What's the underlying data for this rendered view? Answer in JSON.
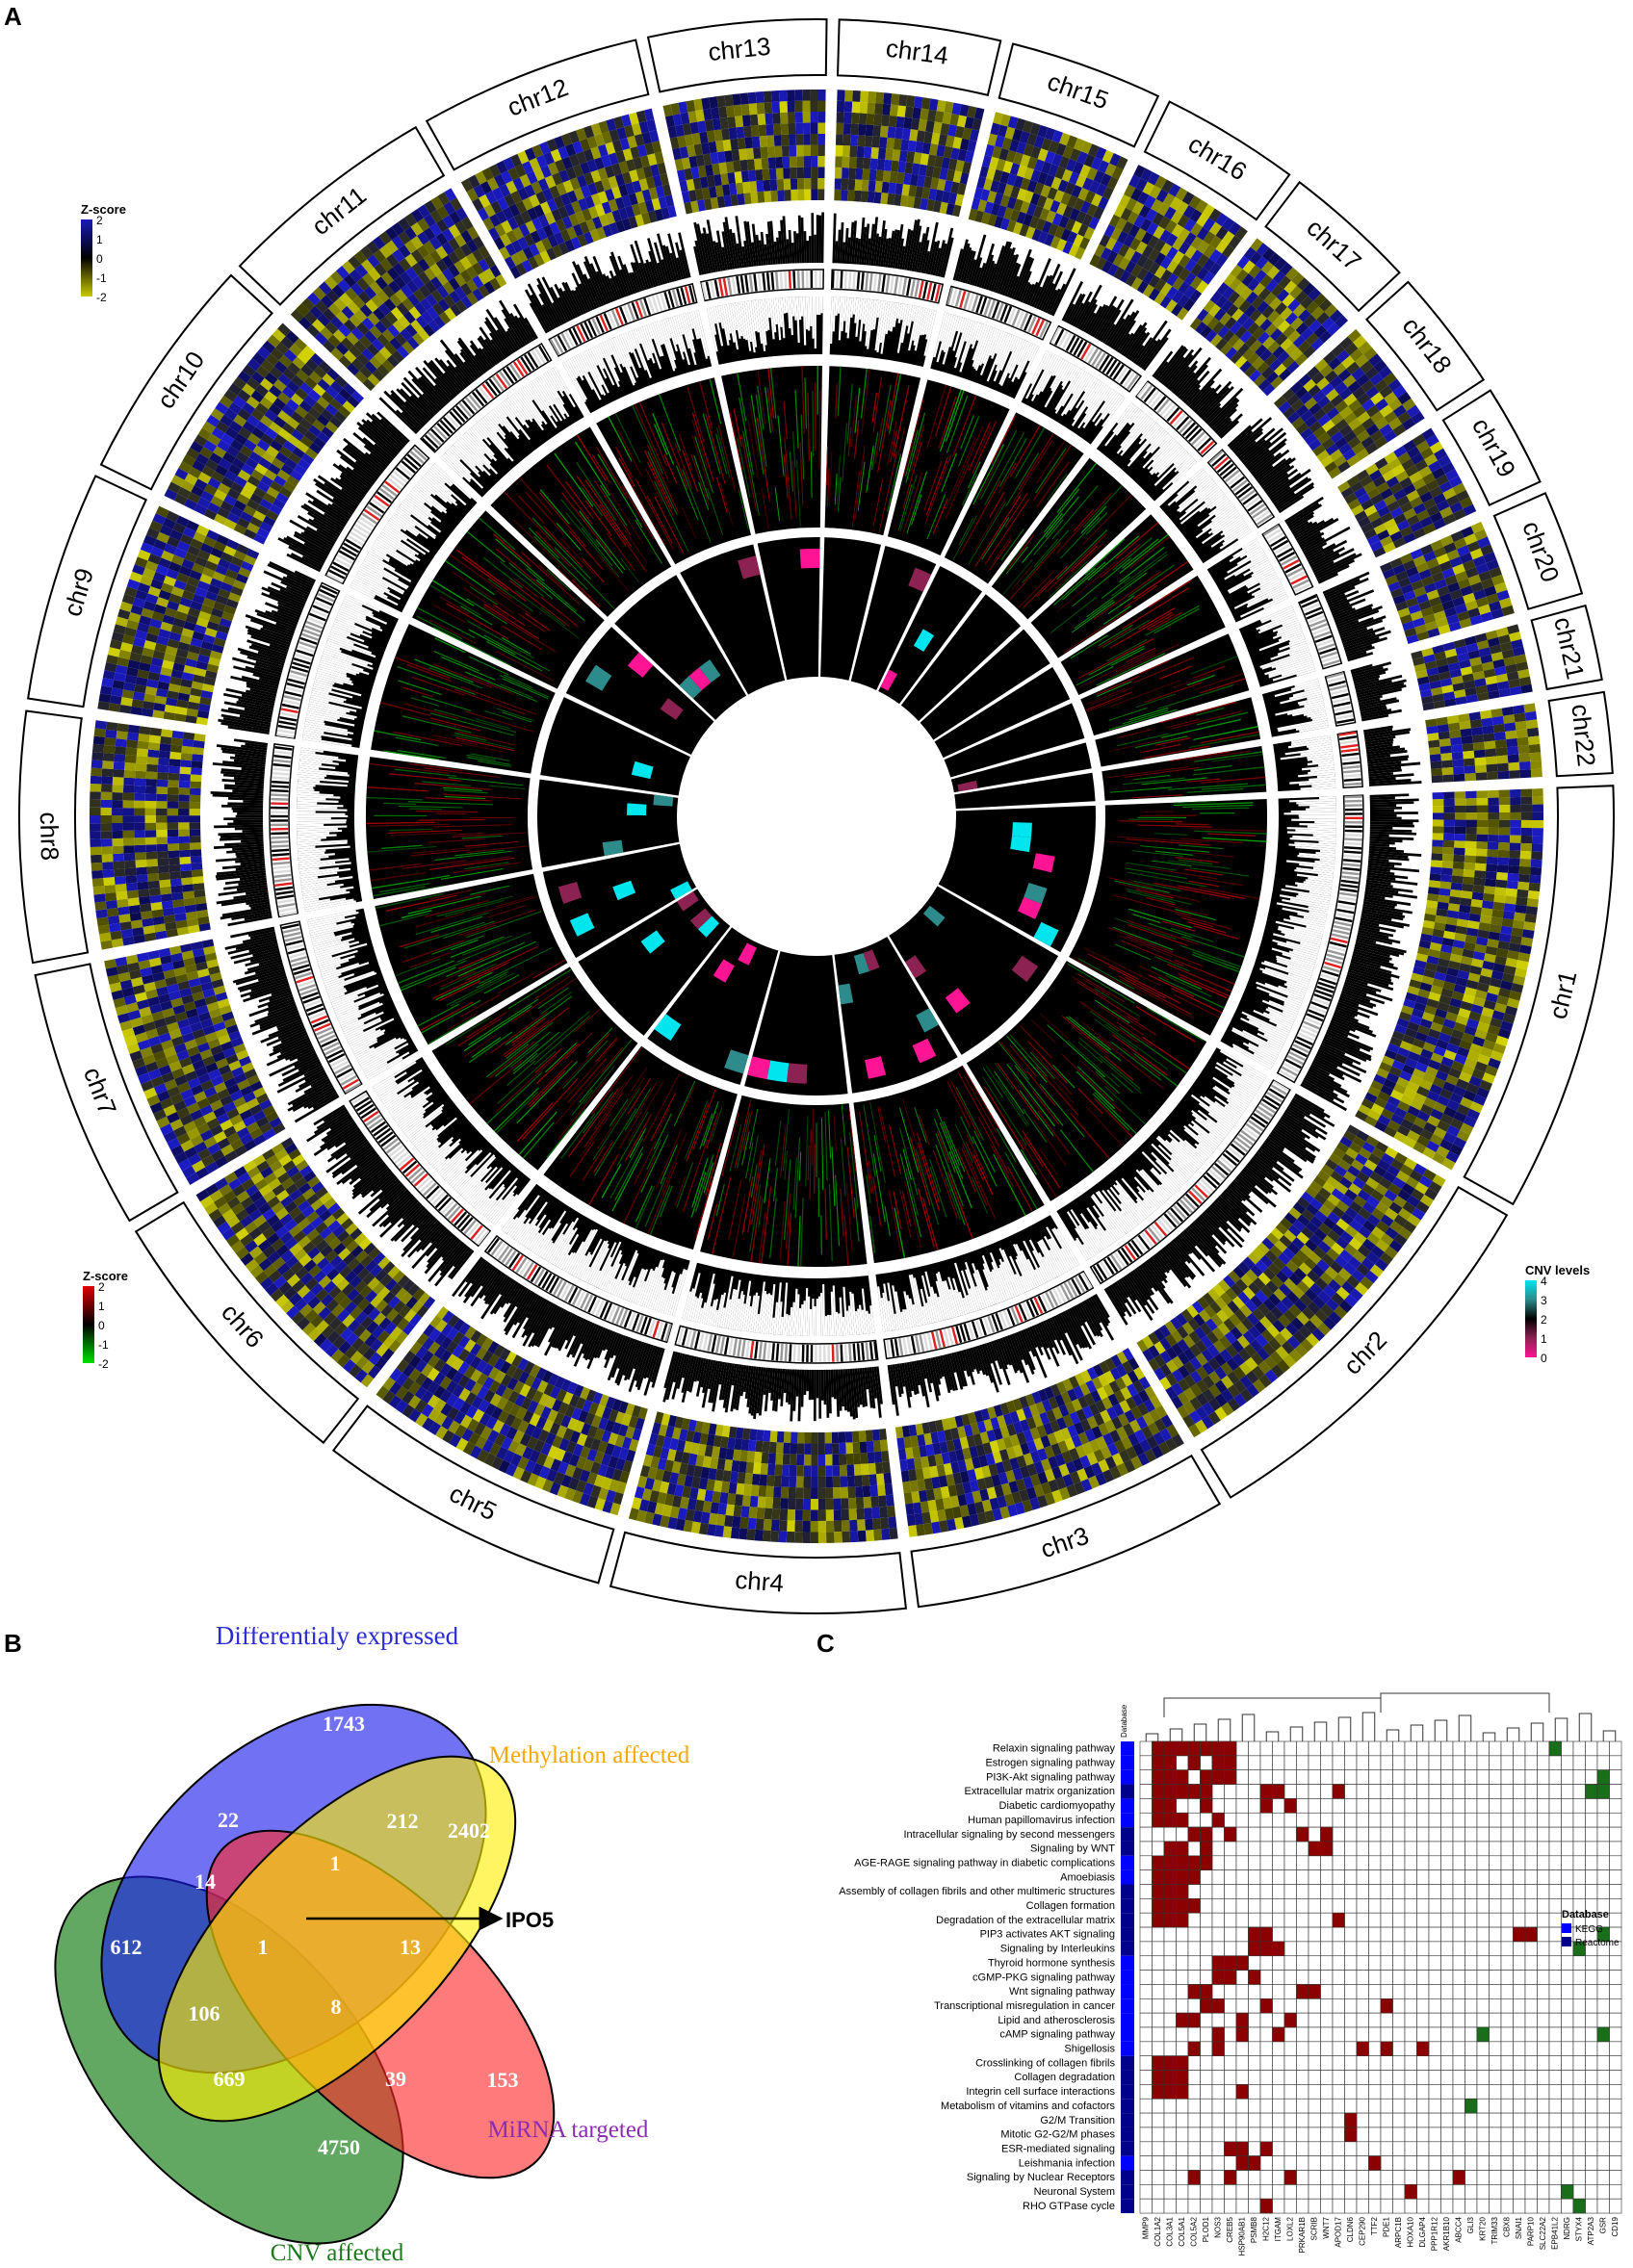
{
  "panels": {
    "a": "A",
    "b": "B",
    "c": "C"
  },
  "circos": {
    "chromosomes": [
      "chr1",
      "chr2",
      "chr3",
      "chr4",
      "chr5",
      "chr6",
      "chr7",
      "chr8",
      "chr9",
      "chr10",
      "chr11",
      "chr12",
      "chr13",
      "chr14",
      "chr15",
      "chr16",
      "chr17",
      "chr18",
      "chr19",
      "chr20",
      "chr21",
      "chr22"
    ],
    "expression_legend": {
      "title": "Z-score",
      "ticks": [
        "2",
        "1",
        "0",
        "-1",
        "-2"
      ],
      "colors": [
        "#1a1ab8",
        "#000000",
        "#c8c800"
      ]
    },
    "methylation_legend": {
      "title": "Z-score",
      "ticks": [
        "2",
        "1",
        "0",
        "-1",
        "-2"
      ],
      "colors": [
        "#e00000",
        "#000000",
        "#00e000"
      ]
    },
    "cnv_legend": {
      "title": "CNV levels",
      "ticks": [
        "4",
        "3",
        "2",
        "1",
        "0"
      ],
      "colors": [
        "#00e5ee",
        "#2e8b8b",
        "#000000",
        "#8b2252",
        "#ff1493"
      ]
    }
  },
  "venn": {
    "sets": {
      "de": {
        "label": "Differentialy expressed",
        "color": "#2b2bd6"
      },
      "meth": {
        "label": "Methylation affected",
        "color": "#f5a800"
      },
      "mirna": {
        "label": "MiRNA targeted",
        "color": "#8b2db0"
      },
      "cnv": {
        "label": "CNV affected",
        "color": "#2e8b2e"
      }
    },
    "counts": {
      "de_only": "1743",
      "meth_only": "2402",
      "de_meth": "212",
      "de_mirna": "22",
      "de_meth_mirna": "1",
      "de_mirna_cnv": "14",
      "de_cnv": "612",
      "all": "1",
      "meth_mirna": "13",
      "de_meth_cnv": "106",
      "meth_mirna_cnv": "8",
      "meth_cnv": "669",
      "mirna_cnv": "39",
      "mirna_only": "153",
      "cnv_only": "4750"
    },
    "annotation": "IPO5"
  },
  "heatmap": {
    "col_header_label": "Database",
    "rows": [
      {
        "name": "Relaxin signaling pathway",
        "db": "KEGG"
      },
      {
        "name": "Estrogen signaling pathway",
        "db": "KEGG"
      },
      {
        "name": "PI3K-Akt signaling pathway",
        "db": "KEGG"
      },
      {
        "name": "Extracellular matrix organization",
        "db": "Reactome"
      },
      {
        "name": "Diabetic cardiomyopathy",
        "db": "KEGG"
      },
      {
        "name": "Human papillomavirus infection",
        "db": "KEGG"
      },
      {
        "name": "Intracellular signaling by second messengers",
        "db": "Reactome"
      },
      {
        "name": "Signaling by WNT",
        "db": "Reactome"
      },
      {
        "name": "AGE-RAGE signaling pathway in diabetic complications",
        "db": "KEGG"
      },
      {
        "name": "Amoebiasis",
        "db": "KEGG"
      },
      {
        "name": "Assembly of collagen fibrils and other multimeric structures",
        "db": "Reactome"
      },
      {
        "name": "Collagen formation",
        "db": "Reactome"
      },
      {
        "name": "Degradation of the extracellular matrix",
        "db": "Reactome"
      },
      {
        "name": "PIP3 activates AKT signaling",
        "db": "Reactome"
      },
      {
        "name": "Signaling by Interleukins",
        "db": "Reactome"
      },
      {
        "name": "Thyroid hormone synthesis",
        "db": "KEGG"
      },
      {
        "name": "cGMP-PKG signaling pathway",
        "db": "KEGG"
      },
      {
        "name": "Wnt signaling pathway",
        "db": "KEGG"
      },
      {
        "name": "Transcriptional misregulation in cancer",
        "db": "KEGG"
      },
      {
        "name": "Lipid and atherosclerosis",
        "db": "KEGG"
      },
      {
        "name": "cAMP signaling pathway",
        "db": "KEGG"
      },
      {
        "name": "Shigellosis",
        "db": "KEGG"
      },
      {
        "name": "Crosslinking of collagen fibrils",
        "db": "Reactome"
      },
      {
        "name": "Collagen degradation",
        "db": "Reactome"
      },
      {
        "name": "Integrin cell surface interactions",
        "db": "Reactome"
      },
      {
        "name": "Metabolism of vitamins and cofactors",
        "db": "Reactome"
      },
      {
        "name": "G2/M Transition",
        "db": "Reactome"
      },
      {
        "name": "Mitotic G2-G2/M phases",
        "db": "Reactome"
      },
      {
        "name": "ESR-mediated signaling",
        "db": "Reactome"
      },
      {
        "name": "Leishmania infection",
        "db": "KEGG"
      },
      {
        "name": "Signaling by Nuclear Receptors",
        "db": "Reactome"
      },
      {
        "name": "Neuronal System",
        "db": "Reactome"
      },
      {
        "name": "RHO GTPase cycle",
        "db": "Reactome"
      }
    ],
    "genes": [
      "MMP9",
      "COL1A2",
      "COL3A1",
      "COL5A1",
      "COL5A2",
      "PLOD1",
      "NOS3",
      "CREB5",
      "HSP90AB1",
      "PSMB8",
      "H2C12",
      "ITGAM",
      "LOXL2",
      "PRKAR1B",
      "SCRIB",
      "WNT7",
      "APOD17",
      "CLDN6",
      "CEP290",
      "TTF2",
      "PDE1",
      "ARPC1B",
      "HOXA10",
      "DLGAP4",
      "PPP1R12",
      "AKR1B10",
      "ABCC4",
      "GLI3",
      "KRT20",
      "TRIM33",
      "CBX8",
      "SNAI1",
      "PARP10",
      "SLC22A2",
      "EPB41L2",
      "NDRG",
      "STYX4",
      "ATP2A3",
      "GSR",
      "CD19"
    ],
    "legend": {
      "title": "Database",
      "items": [
        {
          "label": "KEGG",
          "color": "#0000ff"
        },
        {
          "label": "Reactome",
          "color": "#00008b"
        }
      ]
    },
    "colors": {
      "hit": "#8b0000",
      "hit_alt": "#1a6e1a",
      "empty": "#ffffff",
      "grid": "#333333"
    },
    "hits": [
      [
        0,
        [
          1,
          2,
          3,
          4,
          5,
          6,
          7
        ]
      ],
      [
        1,
        [
          1,
          2,
          4,
          6,
          7
        ]
      ],
      [
        2,
        [
          1,
          2,
          3,
          5,
          6,
          7
        ]
      ],
      [
        3,
        [
          1,
          2,
          3,
          4,
          5,
          10,
          11,
          16
        ]
      ],
      [
        4,
        [
          1,
          2,
          5,
          10,
          12
        ]
      ],
      [
        5,
        [
          1,
          2,
          3,
          6
        ]
      ],
      [
        6,
        [
          4,
          5,
          7,
          13,
          15
        ]
      ],
      [
        7,
        [
          2,
          3,
          5,
          14,
          15
        ]
      ],
      [
        8,
        [
          1,
          2,
          3,
          4,
          5
        ]
      ],
      [
        9,
        [
          1,
          2,
          3,
          4
        ]
      ],
      [
        10,
        [
          1,
          2,
          3
        ]
      ],
      [
        11,
        [
          1,
          2,
          3,
          4
        ]
      ],
      [
        12,
        [
          1,
          2,
          3,
          16
        ]
      ],
      [
        13,
        [
          9,
          10,
          31,
          32
        ]
      ],
      [
        14,
        [
          9,
          10,
          11
        ]
      ],
      [
        15,
        [
          6,
          7,
          8
        ]
      ],
      [
        16,
        [
          6,
          7,
          9
        ]
      ],
      [
        17,
        [
          4,
          5,
          13,
          14
        ]
      ],
      [
        18,
        [
          5,
          6,
          10,
          20
        ]
      ],
      [
        19,
        [
          3,
          4,
          8,
          12
        ]
      ],
      [
        20,
        [
          6,
          8,
          11
        ]
      ],
      [
        21,
        [
          4,
          6,
          18,
          20,
          23
        ]
      ],
      [
        22,
        [
          1,
          2,
          3
        ]
      ],
      [
        23,
        [
          1,
          2,
          3
        ]
      ],
      [
        24,
        [
          1,
          2,
          3,
          8
        ]
      ],
      [
        25,
        []
      ],
      [
        26,
        [
          17
        ]
      ],
      [
        27,
        [
          17
        ]
      ],
      [
        28,
        [
          7,
          8,
          10
        ]
      ],
      [
        29,
        [
          8,
          9,
          19
        ]
      ],
      [
        30,
        [
          4,
          7,
          12,
          26
        ]
      ],
      [
        31,
        [
          22
        ]
      ],
      [
        32,
        [
          10
        ]
      ]
    ],
    "hits_green": [
      [
        0,
        [
          34
        ]
      ],
      [
        2,
        [
          38
        ]
      ],
      [
        3,
        [
          37,
          38
        ]
      ],
      [
        13,
        [
          38
        ]
      ],
      [
        14,
        [
          36
        ]
      ],
      [
        20,
        [
          28,
          38
        ]
      ],
      [
        25,
        [
          27
        ]
      ],
      [
        31,
        [
          35
        ]
      ],
      [
        32,
        [
          36
        ]
      ]
    ]
  }
}
